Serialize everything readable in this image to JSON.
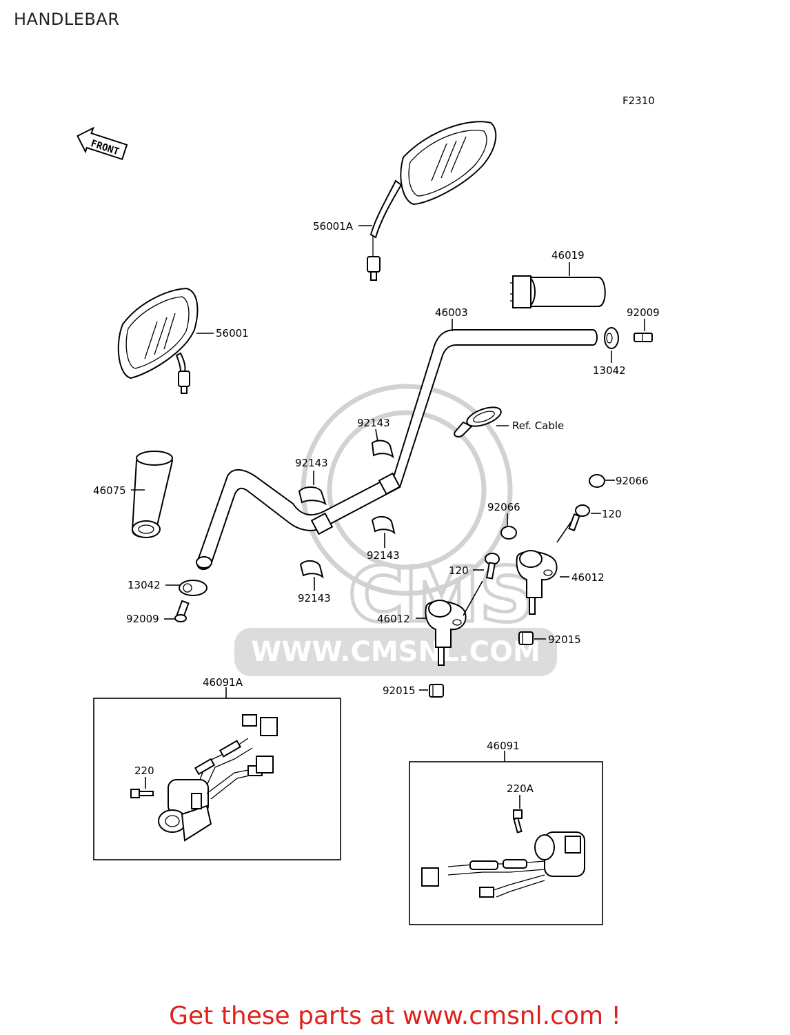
{
  "page_title": "HANDLEBAR",
  "figure_code": "F2310",
  "front_arrow_text": "FRONT",
  "watermark": {
    "brand": "CMS",
    "url": "WWW.CMSNL.COM"
  },
  "labels": {
    "mirror_right": "56001A",
    "mirror_left": "56001",
    "throttle_grip": "46019",
    "handlebar": "46003",
    "bolt_right_end": "92009",
    "weight_right_end": "13042",
    "cable_ref": "Ref. Cable",
    "clamp_top": "92143",
    "clamp_left": "92143",
    "clamp_right": "92143",
    "clamp_bottom": "92143",
    "left_grip": "46075",
    "weight_left_end": "13042",
    "bolt_left_end": "92009",
    "cap_right": "92066",
    "cap_center": "92066",
    "bolt_right_holder": "120",
    "bolt_center_holder": "120",
    "holder_right": "46012",
    "holder_center": "46012",
    "nut_right": "92015",
    "nut_center": "92015",
    "switch_left_box": "46091A",
    "screw_left_switch": "220",
    "switch_right_box": "46091",
    "screw_right_switch": "220A"
  },
  "footer_text": "Get these parts at www.cmsnl.com !"
}
